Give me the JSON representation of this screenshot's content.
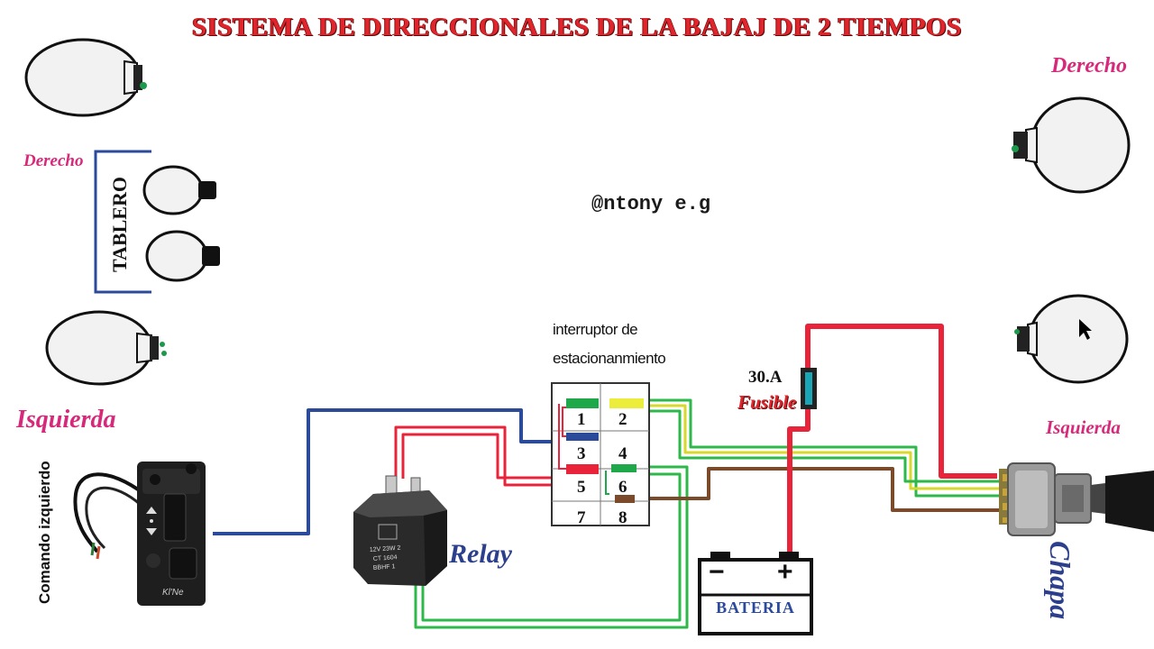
{
  "title": "SISTEMA DE DIRECCIONALES  DE LA BAJAJ DE 2 TIEMPOS",
  "watermark": "@ntony e.g",
  "labels": {
    "derecho_top_right": "Derecho",
    "derecho_left": "Derecho",
    "tablero": "TABLERO",
    "isquierda_left": "Isquierda",
    "isquierda_right": "Isquierda",
    "comando": "Comando izquierdo",
    "relay": "Relay",
    "chapa": "Chapa",
    "bateria": "BATERIA",
    "battery_minus": "−",
    "battery_plus": "+",
    "fuse_rating": "30.A",
    "fuse_name": "Fusible",
    "switch_title_1": "interruptor de",
    "switch_title_2": "estacionanmiento",
    "relay_print_1": "12V 23W 2",
    "relay_print_2": "CT 1604",
    "relay_print_3": "BBHF 1",
    "comando_brand": "Kl'Ne"
  },
  "terminals": [
    "1",
    "2",
    "3",
    "4",
    "5",
    "6",
    "7",
    "8"
  ],
  "colors": {
    "title": "#e0252c",
    "label_pink": "#d8287a",
    "label_blue": "#2b3f8c",
    "wire_blue": "#2b4a9a",
    "wire_red": "#e8233a",
    "wire_green": "#2db84a",
    "wire_yellow": "#d8d82a",
    "wire_brown": "#7a4a2a",
    "bulb_fill": "#f2f2f2"
  },
  "icons": [
    "bulb-icon",
    "relay-icon",
    "switch-module-icon",
    "ignition-key-icon",
    "battery-icon",
    "fuse-icon",
    "cursor-icon"
  ]
}
